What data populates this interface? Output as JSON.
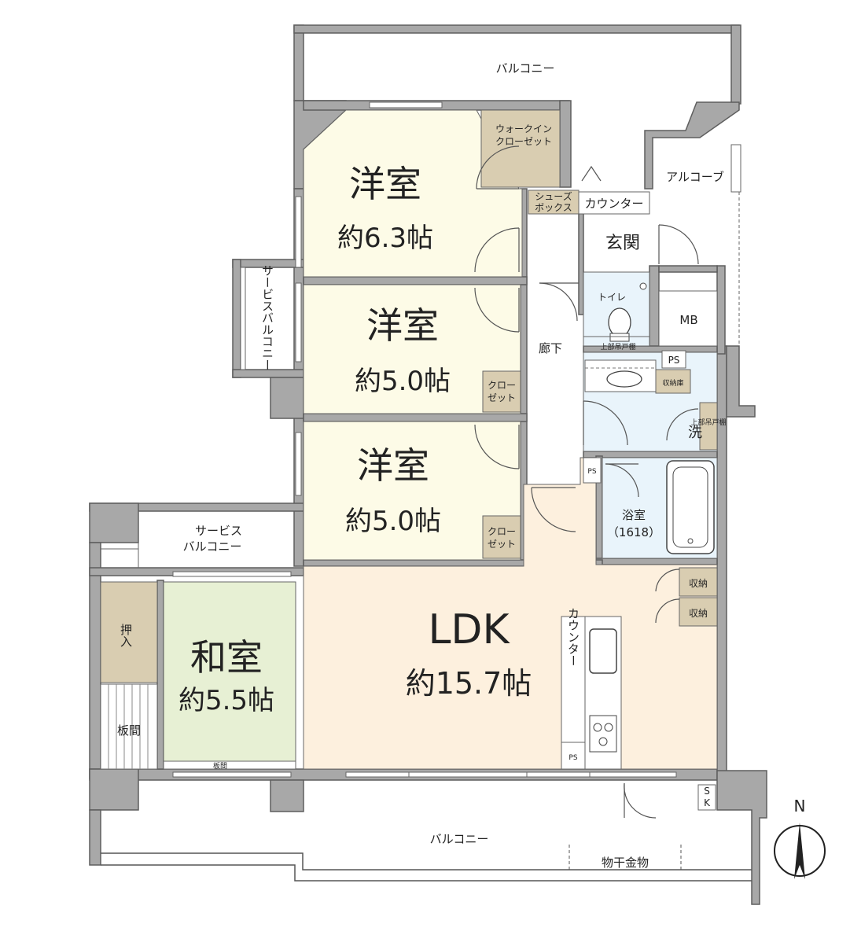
{
  "colors": {
    "western_room": "#fdfbe7",
    "ldk": "#fdf0de",
    "japanese_room": "#e7f0d4",
    "wet_area": "#e9f4fb",
    "storage": "#d9cdb1",
    "wall": "#a8a8a8"
  },
  "rooms": {
    "balcony_top": "バルコニー",
    "balcony_bottom": "バルコニー",
    "walkin_closet_1": "ウォークイン",
    "walkin_closet_2": "クローゼット",
    "alcove": "アルコーブ",
    "shoes_box_1": "シューズ",
    "shoes_box_2": "ボックス",
    "counter_entry": "カウンター",
    "entrance": "玄関",
    "mb": "MB",
    "toilet": "トイレ",
    "upper_cabinet": "上部吊戸棚",
    "ps_1": "PS",
    "storage_room": "収納庫",
    "wash": "洗",
    "upper_cabinet_2": "上部吊戸棚",
    "ps_2": "PS",
    "ps_3": "PS",
    "bath": "浴室",
    "bath_size": "（1618）",
    "storage_1": "収納",
    "storage_2": "収納",
    "room1_title": "洋室",
    "room1_size": "約6.3帖",
    "service_balcony_v": "サービスバルコニー",
    "room2_title": "洋室",
    "room2_size": "約5.0帖",
    "closet_a_1": "クロー",
    "closet_a_2": "ゼット",
    "corridor": "廊下",
    "room3_title": "洋室",
    "room3_size": "約5.0帖",
    "closet_b_1": "クロー",
    "closet_b_2": "ゼット",
    "service_balcony_h_1": "サービス",
    "service_balcony_h_2": "バルコニー",
    "oshiire": "押入",
    "washitsu_title": "和室",
    "washitsu_size": "約5.5帖",
    "itama": "板間",
    "itama_small": "板間",
    "ldk_title": "LDK",
    "ldk_size": "約15.7帖",
    "counter_kitchen": "カウンター",
    "sk_1": "S",
    "sk_2": "K",
    "monohoshi": "物干金物",
    "compass_n": "N"
  }
}
